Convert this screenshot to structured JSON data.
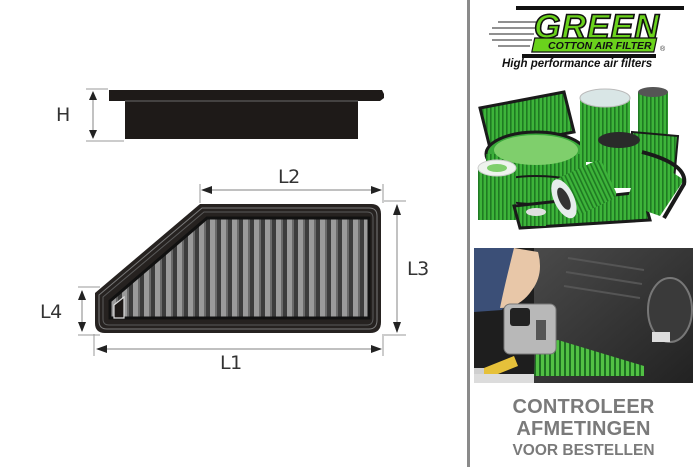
{
  "diagram": {
    "labels": {
      "H": "H",
      "L1": "L1",
      "L2": "L2",
      "L3": "L3",
      "L4": "L4"
    },
    "colors": {
      "filter_body": "#1e1a18",
      "pleat_light": "#8c8c8c",
      "pleat_dark": "#3a3a3a",
      "dimension_line": "#9a9a9a"
    }
  },
  "sidebar": {
    "logo": {
      "brand": "GREEN",
      "subtitle": "COTTON AIR FILTER",
      "registered": "®",
      "tagline": "High performance air filters",
      "brand_color": "#6ad21c"
    },
    "product_photo_alt": "green-air-filters-assortment",
    "measure_photo_alt": "measuring-filter-with-tape",
    "cta": {
      "line1": "CONTROLEER",
      "line2": "AFMETINGEN",
      "line3": "VOOR BESTELLEN",
      "color": "#7a7a7a"
    }
  }
}
